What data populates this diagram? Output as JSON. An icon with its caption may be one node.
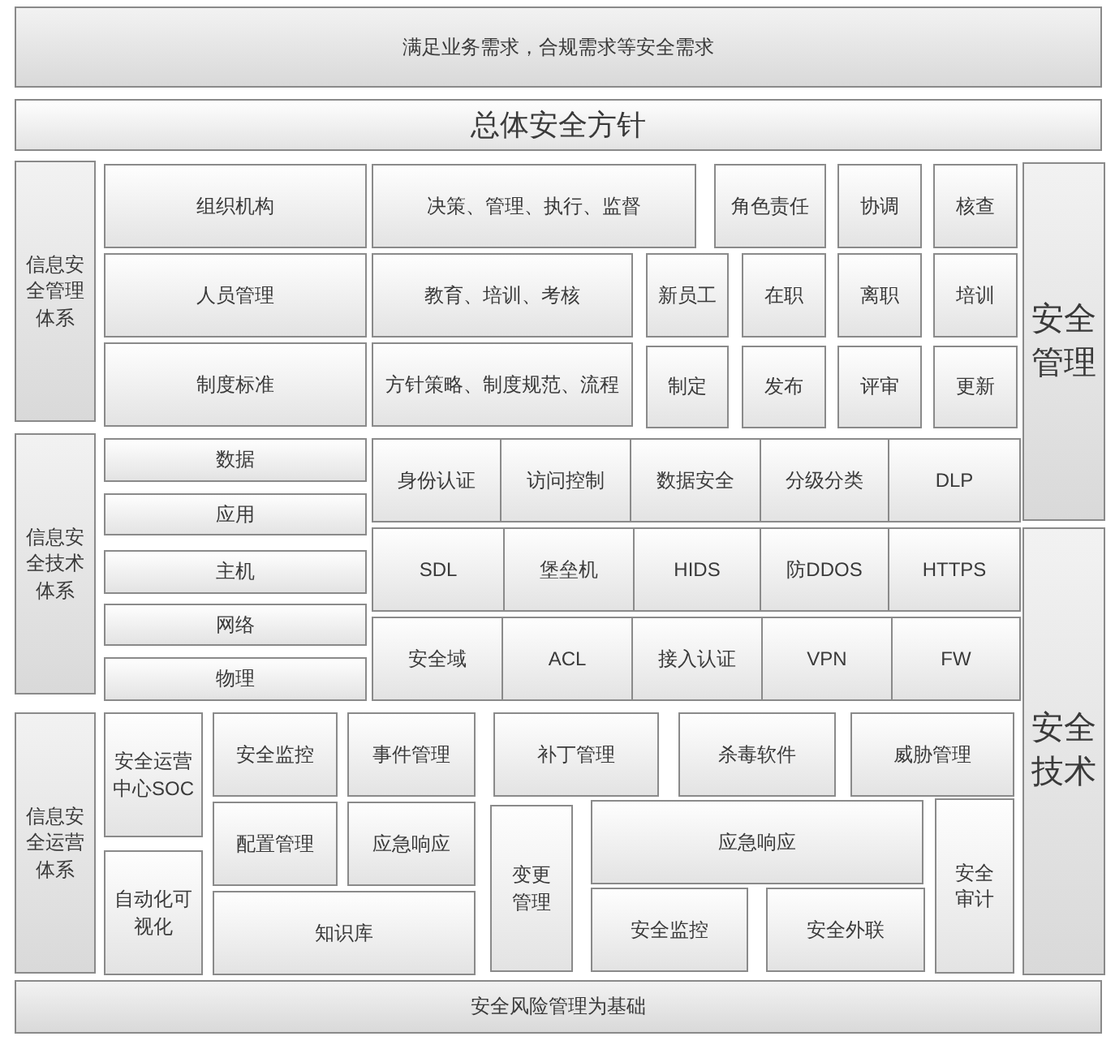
{
  "diagram": {
    "nodes": [
      {
        "text": [
          "满足业务需求，合规需求等安全需求"
        ]
      },
      {
        "text": [
          "总体安全方针"
        ]
      },
      {
        "text": [
          "信息安全管理体系"
        ]
      },
      {
        "text": [
          "组织机构"
        ]
      },
      {
        "text": [
          "决策、管理、执行、监督"
        ]
      },
      {
        "text": [
          "角色责任"
        ]
      },
      {
        "text": [
          "协调"
        ]
      },
      {
        "text": [
          "核查"
        ]
      },
      {
        "text": [
          "安全管理"
        ]
      },
      {
        "text": [
          "人员管理"
        ]
      },
      {
        "text": [
          "教育、培训、考核"
        ]
      },
      {
        "text": [
          "新员工"
        ]
      },
      {
        "text": [
          "在职"
        ]
      },
      {
        "text": [
          "离职"
        ]
      },
      {
        "text": [
          "培训"
        ]
      },
      {
        "text": [
          "制度标准"
        ]
      },
      {
        "text": [
          "方针策略、制度规范、流程"
        ]
      },
      {
        "text": [
          "制定"
        ]
      },
      {
        "text": [
          "发布"
        ]
      },
      {
        "text": [
          "评审"
        ]
      },
      {
        "text": [
          "更新"
        ]
      },
      {
        "text": [
          "信息安全技术体系"
        ]
      },
      {
        "text": [
          "数据"
        ]
      },
      {
        "text": [
          "身份认证"
        ]
      },
      {
        "text": [
          "访问控制"
        ]
      },
      {
        "text": [
          "数据安全"
        ]
      },
      {
        "text": [
          "分级分类"
        ]
      },
      {
        "text": [
          "DLP"
        ]
      },
      {
        "text": [
          "应用"
        ]
      },
      {
        "text": [
          "主机"
        ]
      },
      {
        "text": [
          "SDL"
        ]
      },
      {
        "text": [
          "堡垒机"
        ]
      },
      {
        "text": [
          "HIDS"
        ]
      },
      {
        "text": [
          "防DDOS"
        ]
      },
      {
        "text": [
          "HTTPS"
        ]
      },
      {
        "text": [
          "网络"
        ]
      },
      {
        "text": [
          "安全域"
        ]
      },
      {
        "text": [
          "ACL"
        ]
      },
      {
        "text": [
          "接入认证"
        ]
      },
      {
        "text": [
          "VPN"
        ]
      },
      {
        "text": [
          "FW"
        ]
      },
      {
        "text": [
          "物理"
        ]
      },
      {
        "text": [
          "安全技术"
        ]
      },
      {
        "text": [
          "信息安全运营体系"
        ]
      },
      {
        "text": [
          "安全运营中心SOC"
        ]
      },
      {
        "text": [
          "安全监控"
        ]
      },
      {
        "text": [
          "事件管理"
        ]
      },
      {
        "text": [
          "补丁管理"
        ]
      },
      {
        "text": [
          "杀毒软件"
        ]
      },
      {
        "text": [
          "威胁管理"
        ]
      },
      {
        "text": [
          "配置管理"
        ]
      },
      {
        "text": [
          "应急响应"
        ]
      },
      {
        "text": [
          "变更管理"
        ]
      },
      {
        "text": [
          "应急响应"
        ]
      },
      {
        "text": [
          "安全审计"
        ]
      },
      {
        "text": [
          "自动化可视化"
        ]
      },
      {
        "text": [
          "知识库"
        ]
      },
      {
        "text": [
          "安全监控"
        ]
      },
      {
        "text": [
          "安全外联"
        ]
      },
      {
        "text": [
          "安全风险管理为基础"
        ]
      }
    ]
  }
}
